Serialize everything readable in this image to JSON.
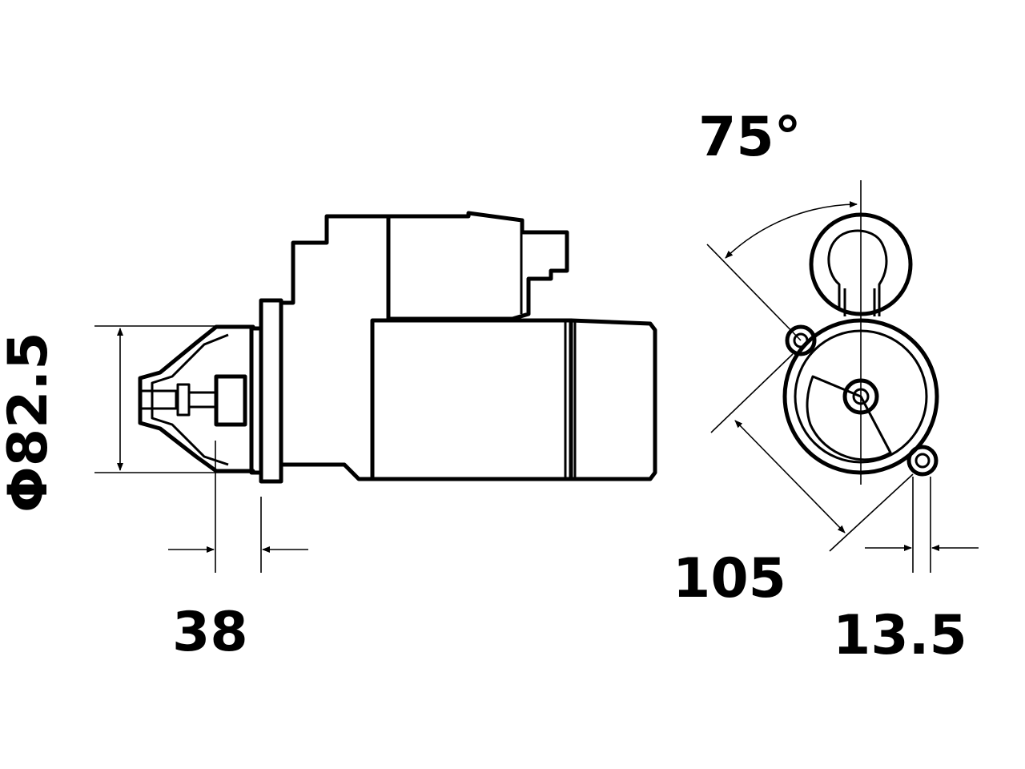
{
  "dimensions": {
    "diameter": "Φ82.5",
    "pinion_length": "38",
    "angle": "75°",
    "bolt_spacing": "105",
    "offset": "13.5"
  }
}
